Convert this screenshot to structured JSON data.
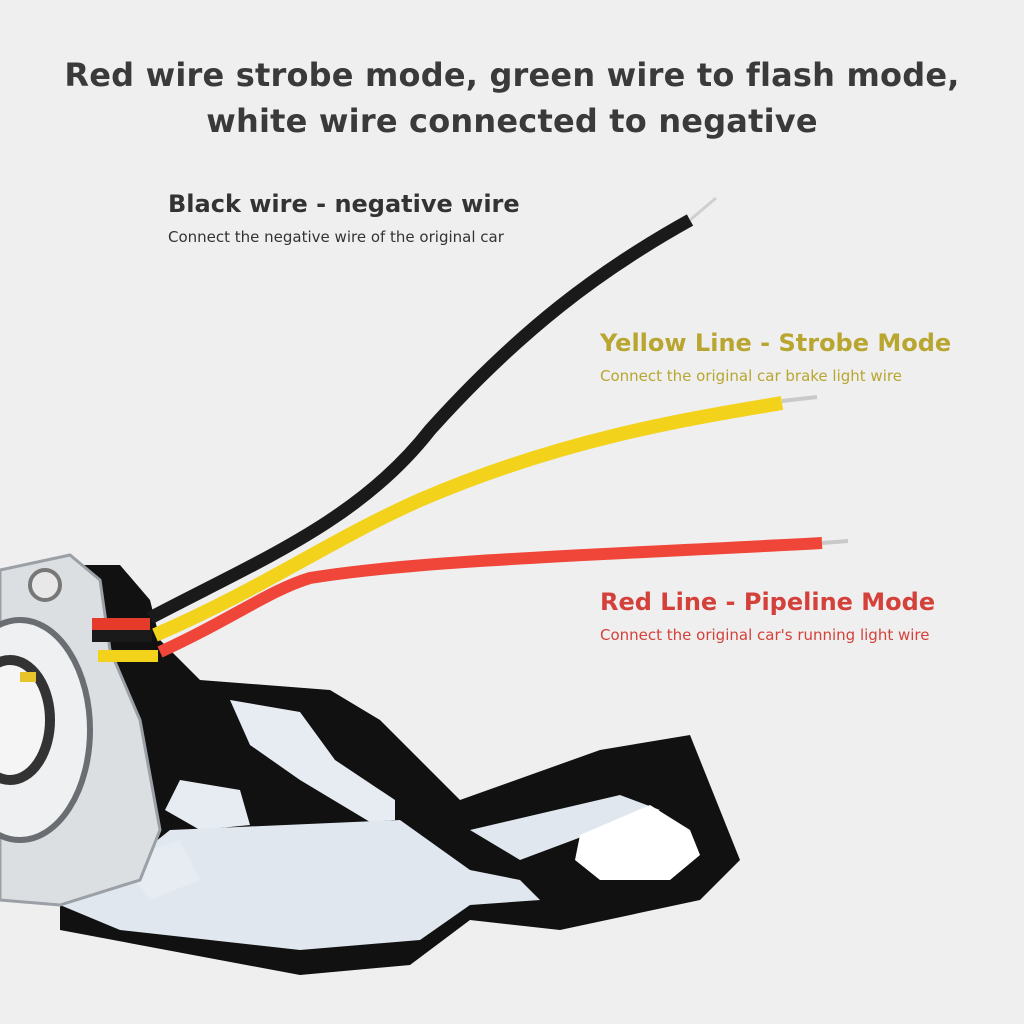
{
  "headline": {
    "line1": "Red wire strobe mode, green wire to flash mode,",
    "line2": "white wire connected to negative"
  },
  "wires": [
    {
      "id": "black",
      "title": "Black wire - negative wire",
      "description": "Connect the negative wire of the original car",
      "color": "#1a1a1a",
      "label_color": "#333333"
    },
    {
      "id": "yellow",
      "title": "Yellow Line - Strobe Mode",
      "description": "Connect the original car brake light wire",
      "color": "#f2d21b",
      "label_color": "#b8a630"
    },
    {
      "id": "red",
      "title": "Red Line - Pipeline Mode",
      "description": "Connect the original car's running light wire",
      "color": "#f0463a",
      "label_color": "#d4413a"
    }
  ],
  "background_color": "#efefef",
  "bracket_color": "#111111",
  "bracket_face_color": "#dfe6ee"
}
